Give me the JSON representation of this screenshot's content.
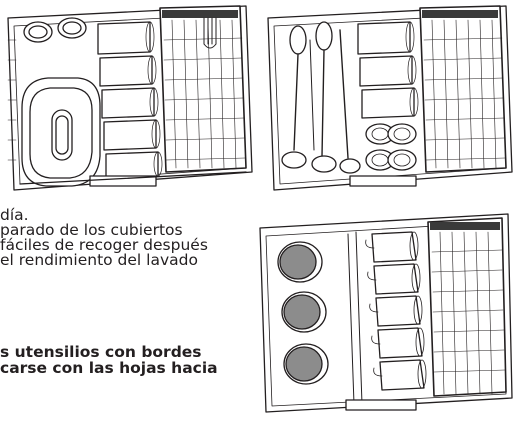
{
  "text_lines": [
    "día.",
    "parado de los cubiertos",
    "fáciles de recoger después",
    "el rendimiento del lavado"
  ],
  "bold_lines": [
    "s utensilios con bordes",
    "carse con las hojas hacia"
  ]
}
